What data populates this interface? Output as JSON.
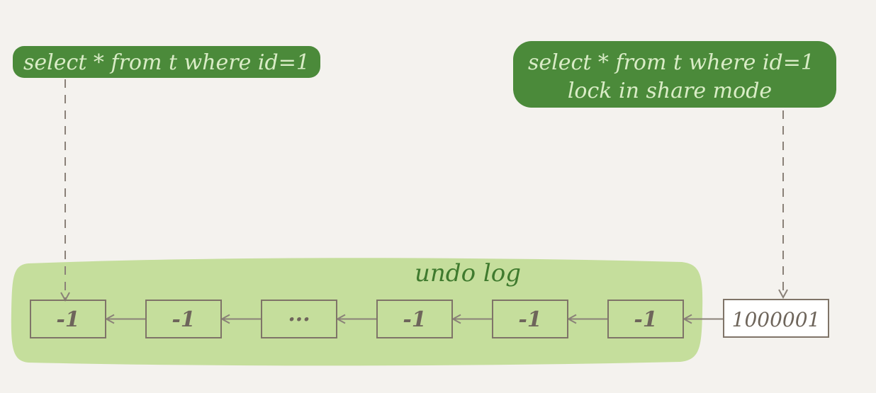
{
  "colors": {
    "background": "#f4f2ee",
    "query_bubble": "#4b8a3a",
    "query_text": "#d9ecc6",
    "undo_area": "#c5de9c",
    "undo_label": "#3f7a2e",
    "box_border": "#7f7468",
    "box_text": "#6e655b",
    "arrow": "#8a8178",
    "current_box_fill": "#ffffff"
  },
  "queries": {
    "left": {
      "lines": [
        "select * from t where id=1"
      ]
    },
    "right": {
      "lines": [
        "select * from t where id=1",
        "lock in share mode"
      ]
    }
  },
  "undo_log": {
    "label": "undo log",
    "versions": [
      {
        "value": "-1"
      },
      {
        "value": "-1"
      },
      {
        "value": "···"
      },
      {
        "value": "-1"
      },
      {
        "value": "-1"
      },
      {
        "value": "-1"
      }
    ]
  },
  "current_row": {
    "value": "1000001"
  }
}
